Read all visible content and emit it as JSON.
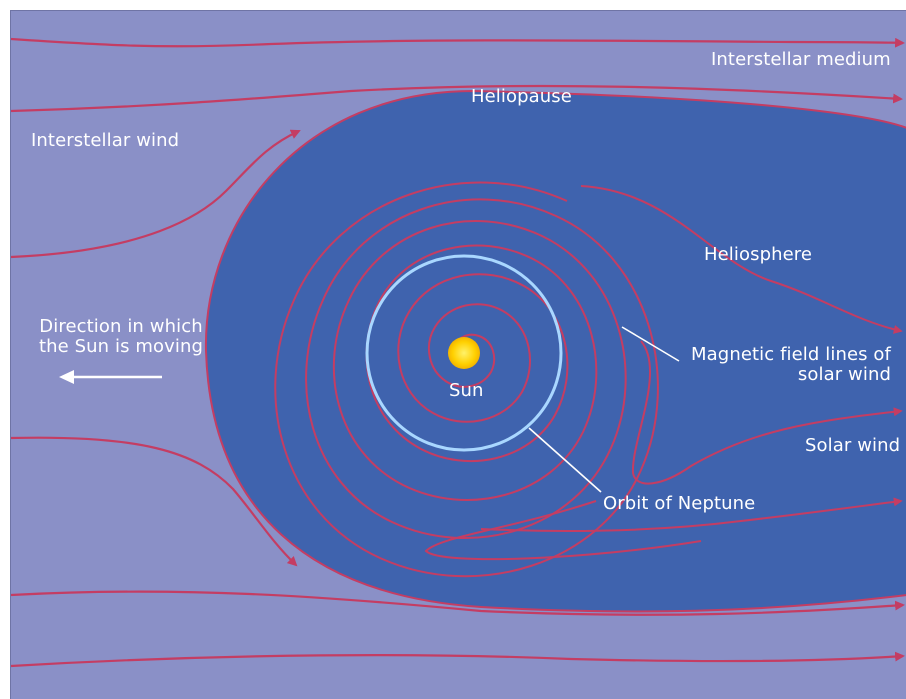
{
  "diagram": {
    "labels": {
      "interstellar_medium": "Interstellar medium",
      "heliopause": "Heliopause",
      "interstellar_wind": "Interstellar wind",
      "heliosphere": "Heliosphere",
      "direction": "Direction in which\nthe Sun is moving",
      "magnetic_field": "Magnetic field lines of\nsolar wind",
      "sun": "Sun",
      "solar_wind": "Solar wind",
      "orbit_neptune": "Orbit of Neptune"
    },
    "colors": {
      "interstellar_background": "#8a90c7",
      "heliosphere_fill": "#3f63ae",
      "field_line": "#c43d63",
      "sun": "#ffd000",
      "orbit": "#a9d7ff",
      "text": "#ffffff"
    }
  }
}
